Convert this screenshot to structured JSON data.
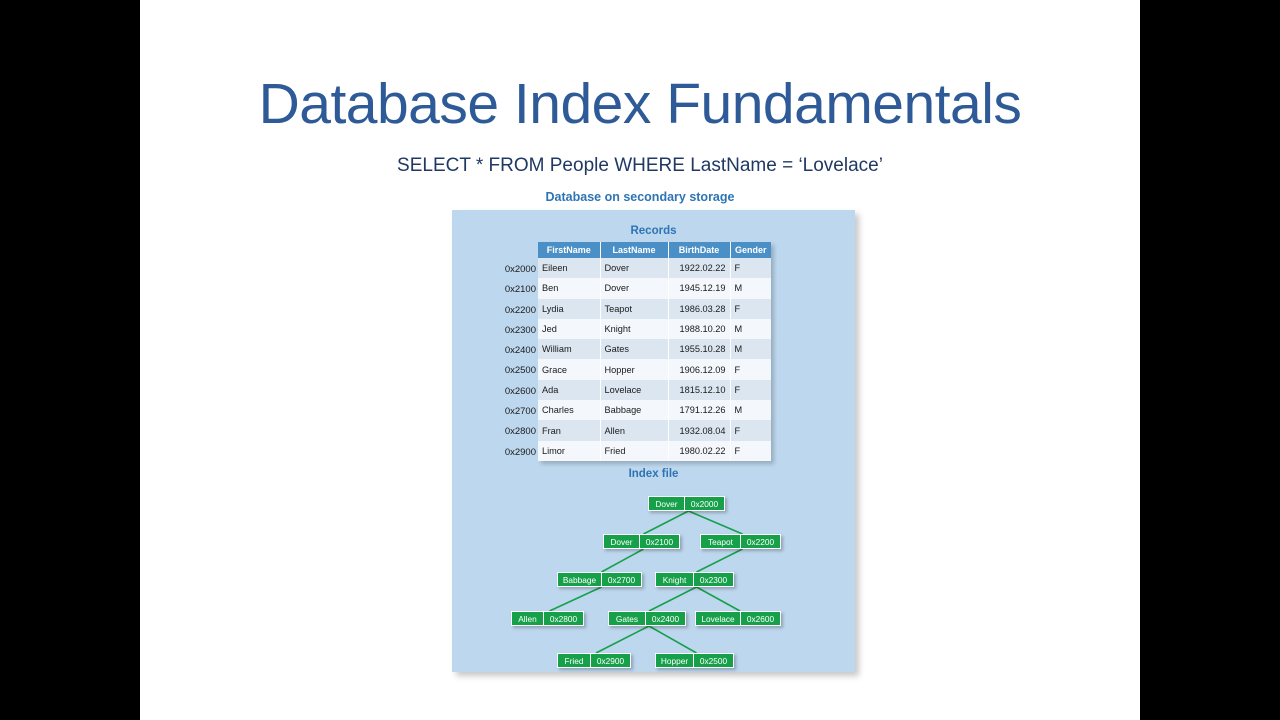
{
  "slide": {
    "title": "Database Index Fundamentals",
    "subtitle": "SELECT * FROM People WHERE LastName = ‘Lovelace’",
    "panel_caption": "Database on secondary storage",
    "records_label": "Records",
    "index_label": "Index file"
  },
  "colors": {
    "title": "#2e5b97",
    "panel_bg": "#bdd7ee",
    "table_header": "#4a90c7",
    "node_green": "#16a04a",
    "caption_blue": "#2e74b5"
  },
  "records": {
    "columns": [
      "FirstName",
      "LastName",
      "BirthDate",
      "Gender"
    ],
    "addresses": [
      "0x2000",
      "0x2100",
      "0x2200",
      "0x2300",
      "0x2400",
      "0x2500",
      "0x2600",
      "0x2700",
      "0x2800",
      "0x2900"
    ],
    "rows": [
      {
        "first": "Eileen",
        "last": "Dover",
        "birth": "1922.02.22",
        "gender": "F"
      },
      {
        "first": "Ben",
        "last": "Dover",
        "birth": "1945.12.19",
        "gender": "M"
      },
      {
        "first": "Lydia",
        "last": "Teapot",
        "birth": "1986.03.28",
        "gender": "F"
      },
      {
        "first": "Jed",
        "last": "Knight",
        "birth": "1988.10.20",
        "gender": "M"
      },
      {
        "first": "William",
        "last": "Gates",
        "birth": "1955.10.28",
        "gender": "M"
      },
      {
        "first": "Grace",
        "last": "Hopper",
        "birth": "1906.12.09",
        "gender": "F"
      },
      {
        "first": "Ada",
        "last": "Lovelace",
        "birth": "1815.12.10",
        "gender": "F"
      },
      {
        "first": "Charles",
        "last": "Babbage",
        "birth": "1791.12.26",
        "gender": "M"
      },
      {
        "first": "Fran",
        "last": "Allen",
        "birth": "1932.08.04",
        "gender": "F"
      },
      {
        "first": "Limor",
        "last": "Fried",
        "birth": "1980.02.22",
        "gender": "F"
      }
    ]
  },
  "index_tree": {
    "nodes": [
      {
        "id": "n0",
        "key": "Dover",
        "ptr": "0x2000",
        "level": 0
      },
      {
        "id": "n1",
        "key": "Dover",
        "ptr": "0x2100",
        "level": 1
      },
      {
        "id": "n2",
        "key": "Teapot",
        "ptr": "0x2200",
        "level": 1
      },
      {
        "id": "n3",
        "key": "Babbage",
        "ptr": "0x2700",
        "level": 2
      },
      {
        "id": "n4",
        "key": "Knight",
        "ptr": "0x2300",
        "level": 2
      },
      {
        "id": "n5",
        "key": "Allen",
        "ptr": "0x2800",
        "level": 3
      },
      {
        "id": "n6",
        "key": "Gates",
        "ptr": "0x2400",
        "level": 3
      },
      {
        "id": "n7",
        "key": "Lovelace",
        "ptr": "0x2600",
        "level": 3
      },
      {
        "id": "n8",
        "key": "Fried",
        "ptr": "0x2900",
        "level": 4
      },
      {
        "id": "n9",
        "key": "Hopper",
        "ptr": "0x2500",
        "level": 4
      }
    ],
    "edges": [
      [
        "n0",
        "n1"
      ],
      [
        "n0",
        "n2"
      ],
      [
        "n1",
        "n3"
      ],
      [
        "n2",
        "n4"
      ],
      [
        "n3",
        "n5"
      ],
      [
        "n4",
        "n6"
      ],
      [
        "n4",
        "n7"
      ],
      [
        "n6",
        "n8"
      ],
      [
        "n6",
        "n9"
      ]
    ]
  }
}
